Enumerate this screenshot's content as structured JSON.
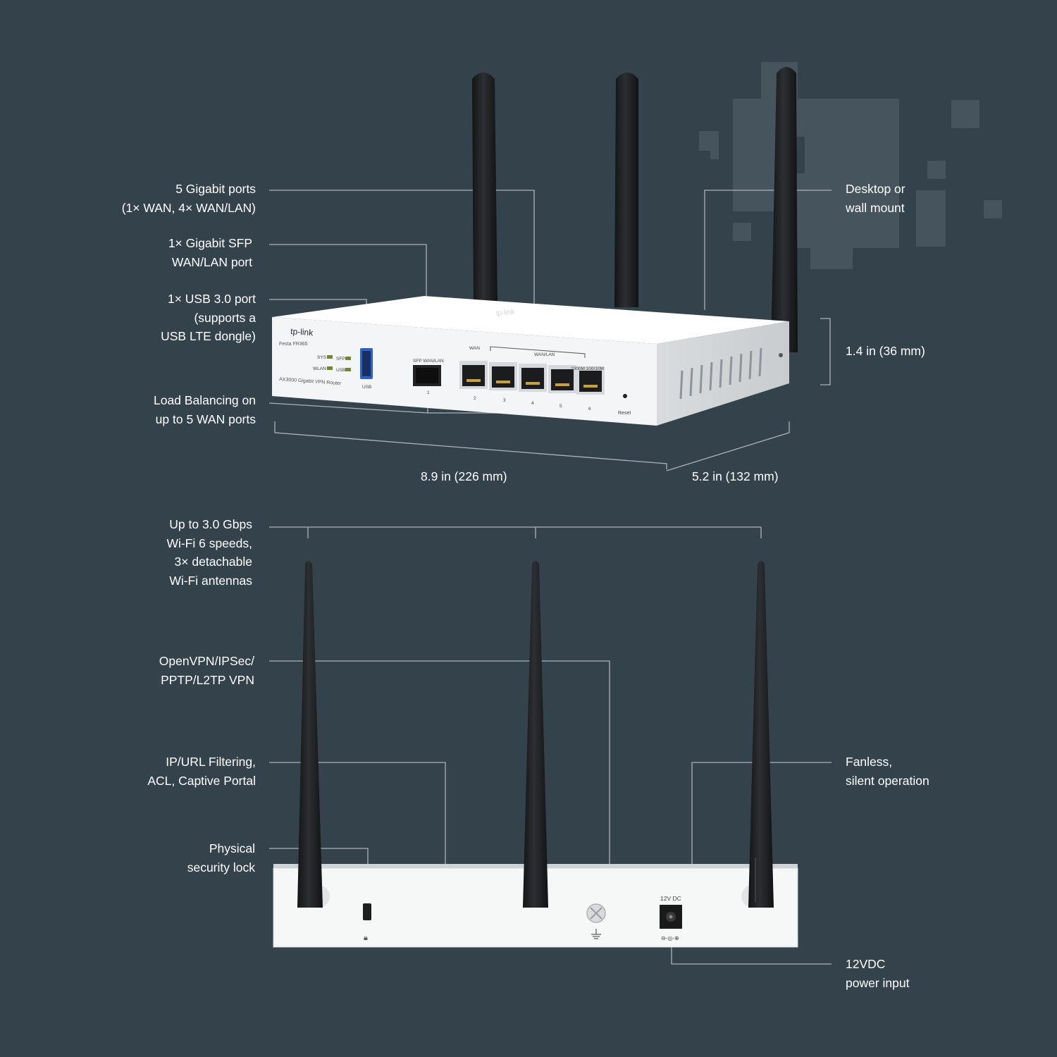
{
  "colors": {
    "background": "#34434b",
    "router_body": "#f2f3f4",
    "antenna": "#1d1f21",
    "callout_line": "#aab3b8",
    "label_text": "#ffffff"
  },
  "labels": {
    "gigabit_ports": [
      "5  Gigabit ports",
      "(1× WAN, 4× WAN/LAN)"
    ],
    "sfp_port": [
      "1× Gigabit SFP",
      "WAN/LAN port"
    ],
    "usb_port": [
      "1× USB 3.0 port",
      "(supports a",
      "USB LTE dongle)"
    ],
    "load_balancing": [
      "Load Balancing on",
      "up to 5 WAN ports"
    ],
    "mount": [
      "Desktop or",
      "wall mount"
    ],
    "height_dim": [
      "1.4 in (36 mm)"
    ],
    "width_dim": [
      "8.9 in (226 mm)"
    ],
    "depth_dim": [
      "5.2 in (132 mm)"
    ],
    "wifi": [
      "Up to 3.0 Gbps",
      "Wi-Fi 6 speeds,",
      "3× detachable",
      "Wi-Fi antennas"
    ],
    "vpn": [
      "OpenVPN/IPSec/",
      "PPTP/L2TP VPN"
    ],
    "filtering": [
      "IP/URL Filtering,",
      "ACL, Captive Portal"
    ],
    "fanless": [
      "Fanless,",
      "silent operation"
    ],
    "security_lock": [
      "Physical",
      "security lock"
    ],
    "power_input": [
      "12VDC",
      "power input"
    ]
  },
  "front_panel": {
    "brand": "tp-link",
    "model": "Festa FR365",
    "product": "AX3000 Gigabit VPN Router",
    "leds": [
      "SYS",
      "SFP",
      "WLAN",
      "USB"
    ],
    "usb": "USB",
    "sfp": "SFP WAN/LAN",
    "sfp_number": "1",
    "wan": "WAN",
    "wanlan": "WAN/LAN",
    "speed": "1000M  100/10M",
    "port_numbers": [
      "2",
      "3",
      "4",
      "5",
      "6"
    ],
    "reset": "Reset",
    "top_logo": "tp-link"
  },
  "rear_panel": {
    "dc_label": "12V DC",
    "dc_symbol": "⊖-◎-⊕"
  }
}
